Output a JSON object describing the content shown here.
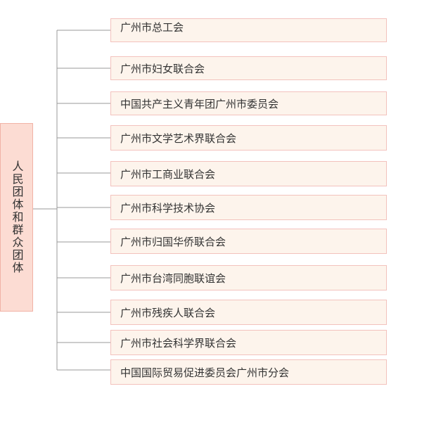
{
  "root": {
    "label": "人民团体和群众团体"
  },
  "children": [
    {
      "label": "广州市总工会"
    },
    {
      "label": "广州市妇女联合会"
    },
    {
      "label": "中国共产主义青年团广州市委员会"
    },
    {
      "label": "广州市文学艺术界联合会"
    },
    {
      "label": "广州市工商业联合会"
    },
    {
      "label": "广州市科学技术协会"
    },
    {
      "label": "广州市归国华侨联合会"
    },
    {
      "label": "广州市台湾同胞联谊会"
    },
    {
      "label": "广州市残疾人联合会"
    },
    {
      "label": "广州市社会科学界联合会"
    },
    {
      "label": "中国国际贸易促进委员会广州市分会"
    }
  ],
  "colors": {
    "root_fill": "#fcdcd3",
    "root_border": "#f1b3a6",
    "child_fill": "#fdf4ec",
    "child_border": "#f3c2bd",
    "connector": "#999999"
  }
}
